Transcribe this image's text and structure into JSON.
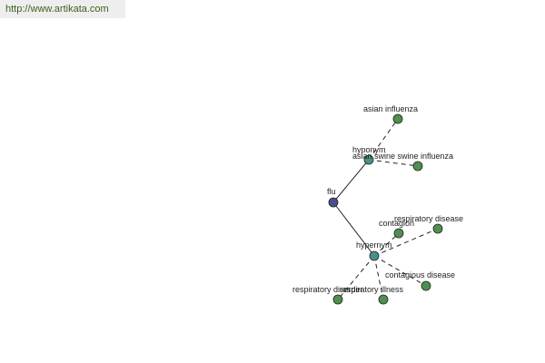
{
  "header": {
    "url": "http://www.artikata.com"
  },
  "colors": {
    "root_node": "#4b4f8c",
    "hub_node": "#4a8f8b",
    "leaf_node": "#4f8f4f",
    "url_text": "#3f5f1f",
    "url_background": "#eeeeee"
  },
  "graph": {
    "nodes": [
      {
        "id": "fu",
        "label": "flu",
        "kind": "root"
      },
      {
        "id": "hyponym",
        "label": "hyponym",
        "kind": "hub"
      },
      {
        "id": "hypernym",
        "label": "hypernym",
        "kind": "hub"
      },
      {
        "id": "asian-influenza",
        "label": "asian influenza",
        "kind": "leaf"
      },
      {
        "id": "swine-influenza",
        "label": "asian swine swine influenza",
        "kind": "leaf"
      },
      {
        "id": "contagion",
        "label": "contagion",
        "kind": "leaf"
      },
      {
        "id": "respiratory-disease",
        "label": "respiratory disease",
        "kind": "leaf"
      },
      {
        "id": "contagious-disease",
        "label": "contagious disease",
        "kind": "leaf"
      },
      {
        "id": "respiratory-illness",
        "label": "respiratory illness",
        "kind": "leaf"
      },
      {
        "id": "respiratory-disorder",
        "label": "respiratory disorder",
        "kind": "leaf"
      }
    ],
    "edges": [
      {
        "from": "fu",
        "to": "hyponym",
        "style": "solid"
      },
      {
        "from": "fu",
        "to": "hypernym",
        "style": "solid"
      },
      {
        "from": "hyponym",
        "to": "asian-influenza",
        "style": "dashed"
      },
      {
        "from": "hyponym",
        "to": "swine-influenza",
        "style": "dashed"
      },
      {
        "from": "hypernym",
        "to": "contagion",
        "style": "dashed"
      },
      {
        "from": "hypernym",
        "to": "respiratory-disease",
        "style": "dashed"
      },
      {
        "from": "hypernym",
        "to": "contagious-disease",
        "style": "dashed"
      },
      {
        "from": "hypernym",
        "to": "respiratory-illness",
        "style": "dashed"
      },
      {
        "from": "hypernym",
        "to": "respiratory-disorder",
        "style": "dashed"
      }
    ]
  }
}
